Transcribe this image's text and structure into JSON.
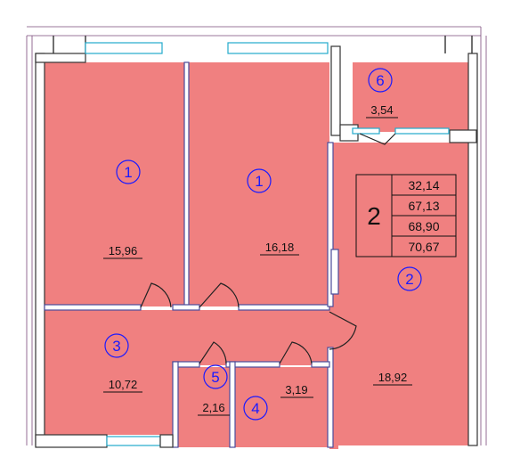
{
  "apartment": {
    "number": "2",
    "areas": [
      "32,14",
      "67,13",
      "68,90",
      "70,67"
    ]
  },
  "rooms": [
    {
      "id": "room-1-left",
      "marker": "1",
      "area": "15,96"
    },
    {
      "id": "room-1-right",
      "marker": "1",
      "area": "16,18"
    },
    {
      "id": "room-2",
      "marker": "2",
      "area": "18,92"
    },
    {
      "id": "room-3",
      "marker": "3",
      "area": "10,72"
    },
    {
      "id": "room-4",
      "marker": "4",
      "area": "3,19"
    },
    {
      "id": "room-5",
      "marker": "5",
      "area": "2,16"
    },
    {
      "id": "room-6",
      "marker": "6",
      "area": "3,54"
    }
  ],
  "colors": {
    "room_fill": "#f08080",
    "marker": "#1a1aff",
    "window": "#22aacc"
  }
}
